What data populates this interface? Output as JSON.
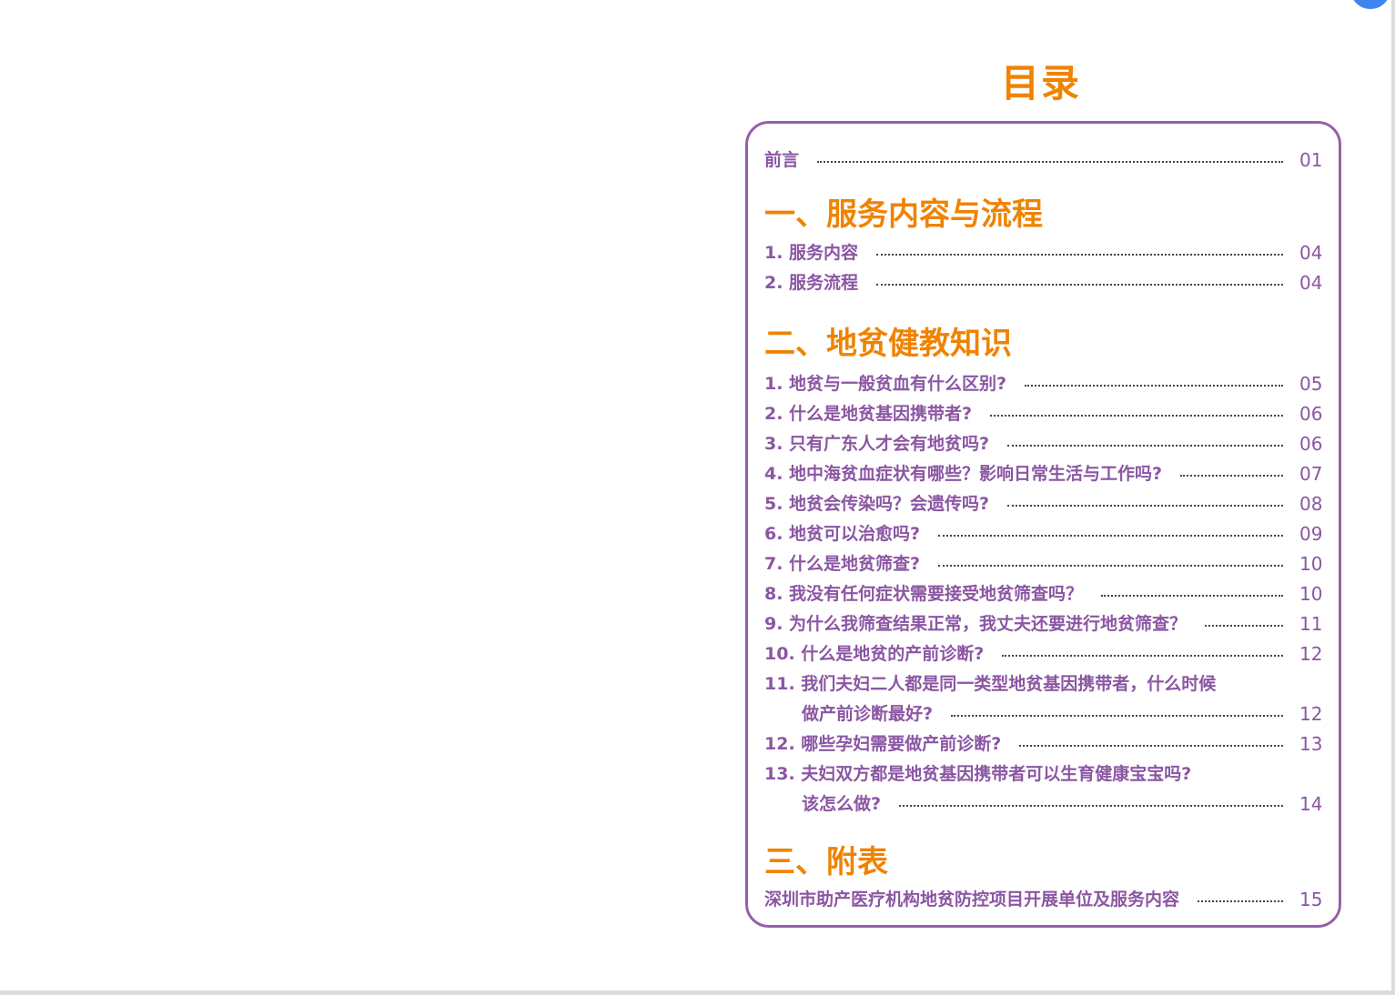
{
  "title": "目录",
  "preface": {
    "label": "前言",
    "page": "01"
  },
  "sections": [
    {
      "heading": "一、服务内容与流程",
      "items": [
        {
          "label": "1. 服务内容",
          "page": "04"
        },
        {
          "label": "2. 服务流程",
          "page": "04"
        }
      ]
    },
    {
      "heading": "二、地贫健教知识",
      "items": [
        {
          "label": "1. 地贫与一般贫血有什么区别?",
          "page": "05"
        },
        {
          "label": "2. 什么是地贫基因携带者?",
          "page": "06"
        },
        {
          "label": "3. 只有广东人才会有地贫吗?",
          "page": "06"
        },
        {
          "label": "4. 地中海贫血症状有哪些？影响日常生活与工作吗?",
          "page": "07"
        },
        {
          "label": "5. 地贫会传染吗？会遗传吗?",
          "page": "08"
        },
        {
          "label": "6. 地贫可以治愈吗?",
          "page": "09"
        },
        {
          "label": "7. 什么是地贫筛查?",
          "page": "10"
        },
        {
          "label": "8. 我没有任何症状需要接受地贫筛查吗？",
          "page": "10"
        },
        {
          "label": "9. 为什么我筛查结果正常，我丈夫还要进行地贫筛查？",
          "page": "11"
        },
        {
          "label": "10. 什么是地贫的产前诊断?",
          "page": "12"
        },
        {
          "label": "11. 我们夫妇二人都是同一类型地贫基因携带者，什么时候",
          "cont": "做产前诊断最好?",
          "page": "12"
        },
        {
          "label": "12. 哪些孕妇需要做产前诊断?",
          "page": "13"
        },
        {
          "label": "13. 夫妇双方都是地贫基因携带者可以生育健康宝宝吗?",
          "cont": "该怎么做?",
          "page": "14"
        }
      ]
    },
    {
      "heading": "三、附表",
      "items": [
        {
          "label": "深圳市助产医疗机构地贫防控项目开展单位及服务内容",
          "page": "15"
        }
      ]
    }
  ]
}
